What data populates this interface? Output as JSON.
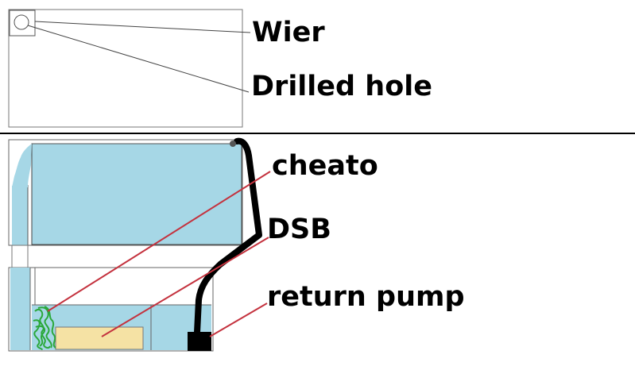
{
  "labels": {
    "wier": "Wier",
    "drilled_hole": "Drilled hole",
    "cheato": "cheato",
    "dsb": "DSB",
    "return_pump": "return pump"
  },
  "colors": {
    "water": "#a6d7e6",
    "sand_bed": "#f5e2a4",
    "chaeto": "#2aa83a",
    "pointer_line": "#c4323e",
    "outline": "#000000",
    "return_line": "#000000"
  }
}
